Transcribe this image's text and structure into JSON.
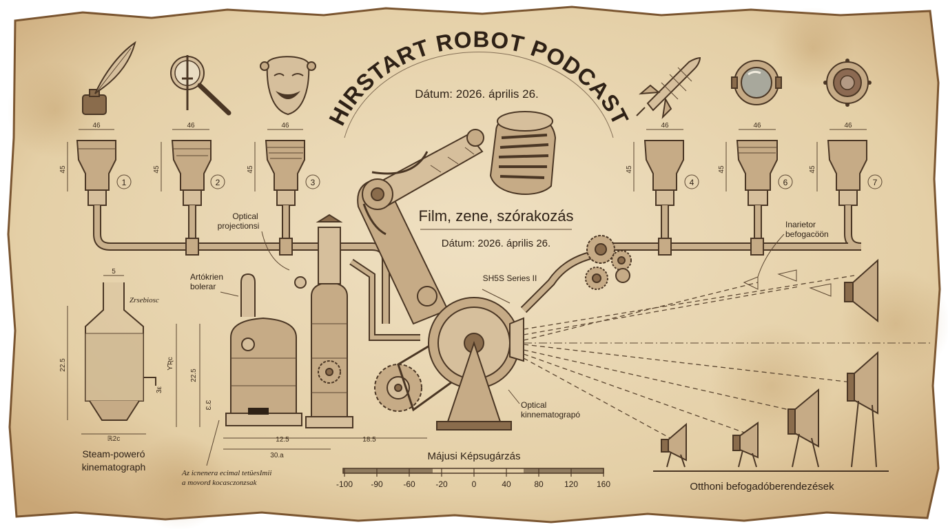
{
  "title": "HIRSTART ROBOT PODCAST",
  "date_top": "Dátum: 2026. április 26.",
  "center_title": "Film, zene, szórakozás",
  "date_center": "Dátum: 2026. április 26.",
  "labels": {
    "optical_projection": [
      "Optical",
      "projectionsi"
    ],
    "artokrien": [
      "Artókrien",
      "bolerar"
    ],
    "series": "SH5S Series II",
    "optical_kine": [
      "Optical",
      "kinnematograpó"
    ],
    "inarietor": [
      "Inarietor",
      "befogacöön"
    ],
    "zsebiosc": "Zrsebiosc",
    "steam": [
      "Steam-poweró",
      "kinematograph"
    ],
    "note": [
      "Az icnenera ecimal tetüesImii",
      "a movord kocasczonzsak"
    ],
    "otthoni": "Otthoni befogadóberendezések",
    "majusi": "Májusi Képsugárzás"
  },
  "funnels": [
    {
      "number": "1",
      "width": "46",
      "height": "45"
    },
    {
      "number": "2",
      "width": "46",
      "height": "45"
    },
    {
      "number": "3",
      "width": "46",
      "height": "45"
    },
    {
      "number": "4",
      "width": "46",
      "height": "45"
    },
    {
      "number": "6",
      "width": "46",
      "height": "45"
    },
    {
      "number": "7",
      "width": "46",
      "height": "45"
    }
  ],
  "dimensions": {
    "tank_top": "5",
    "tank_height": "22.5",
    "tank_small": "3ε",
    "tank_base": "ℝ2c",
    "boiler_h1": "ϒ̄Ʀc",
    "boiler_h2": "22.5",
    "boiler_h3": "Ɛ.Ɛ",
    "w1": "12.5",
    "w2": "18.5",
    "w3": "30.a"
  },
  "scale": {
    "ticks": [
      "-100",
      "-90",
      "-60",
      "-20",
      "0",
      "40",
      "80",
      "120",
      "160"
    ]
  },
  "icons": [
    "quill-inkwell-icon",
    "dagger-magnifier-icon",
    "theater-mask-icon",
    "rocket-icon",
    "lens-icon",
    "porthole-lens-icon"
  ]
}
